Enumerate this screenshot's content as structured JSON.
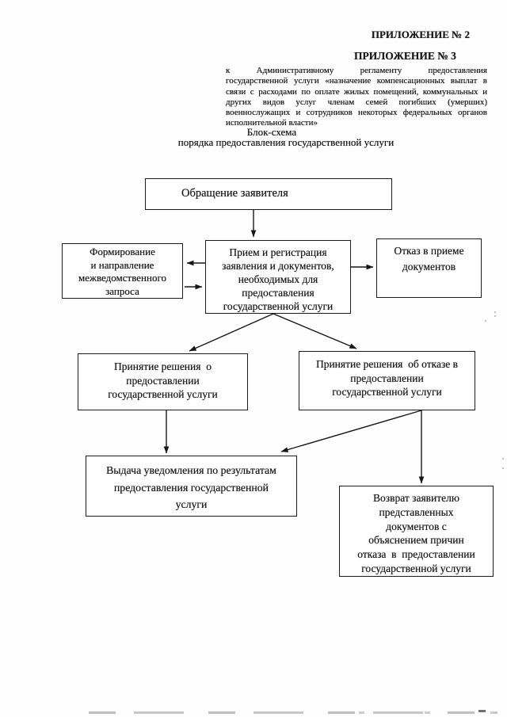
{
  "header": {
    "appendix2": "ПРИЛОЖЕНИЕ № 2",
    "appendix3": "ПРИЛОЖЕНИЕ № 3",
    "regulation_lines": [
      "к Административному регламенту предоставления",
      "государственной услуги «назначение компенсационных выплат в",
      "связи с расходами по оплате жилых помещений, коммунальных и",
      "других видов услуг членам семей погибших (умерших)",
      "военнослужащих и сотрудников некоторых федеральных органов",
      "исполнительной власти»"
    ],
    "scheme_title": "Блок-схема",
    "scheme_subtitle": "порядка предоставления государственной услуги"
  },
  "flowchart": {
    "applicant_request": {
      "lines": [
        "Обращение заявителя"
      ]
    },
    "interagency_request": {
      "lines": [
        "Формирование",
        "и направление",
        "межведомственного",
        "запроса"
      ]
    },
    "reception_registration": {
      "lines": [
        "Прием и регистрация",
        "заявления и документов,",
        "необходимых для",
        "предоставления",
        "государственной услуги"
      ]
    },
    "refusal_of_acceptance": {
      "lines": [
        "Отказ в приеме",
        "документов"
      ]
    },
    "decision_grant": {
      "lines": [
        "Принятие решения  о",
        "предоставлении",
        "государственной услуги"
      ]
    },
    "decision_refusal": {
      "lines": [
        "Принятие решения  об отказе в",
        "предоставлении",
        "государственной услуги"
      ]
    },
    "notification_issue": {
      "lines": [
        "Выдача уведомления по результатам",
        "предоставления государственной",
        "услуги"
      ]
    },
    "documents_return": {
      "lines": [
        "Возврат заявителю",
        "представленных",
        "документов с",
        "объяснением причин",
        "отказа  в  предоставлении",
        "государственной услуги"
      ]
    }
  },
  "colors": {
    "ink": "#1b1b1b",
    "paper": "#fefefe",
    "scan_artifact": "#9a9a9a"
  }
}
